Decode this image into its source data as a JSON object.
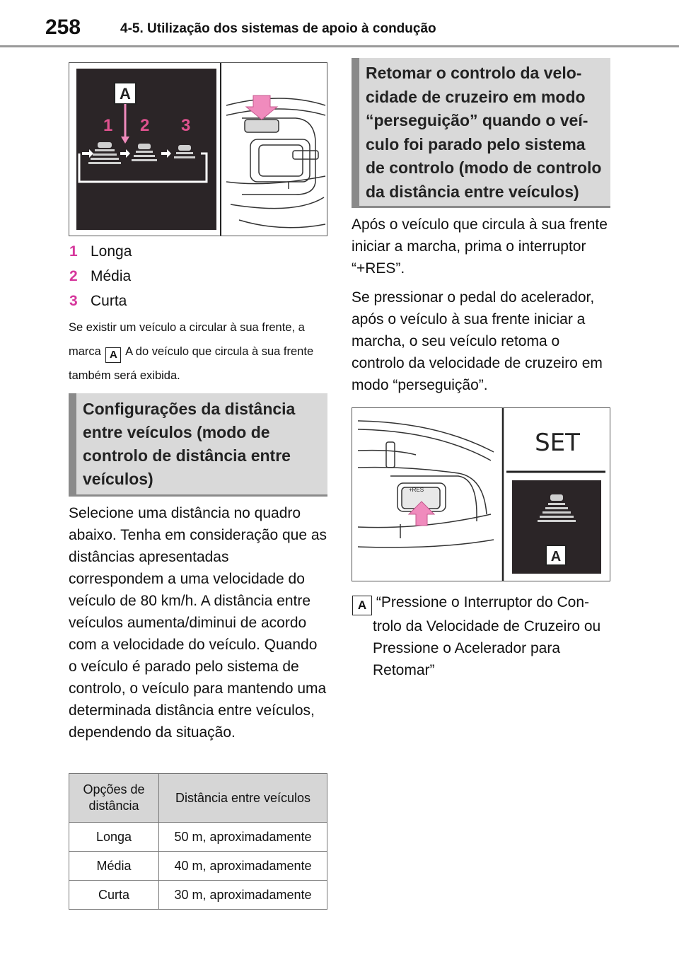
{
  "header": {
    "page_number": "258",
    "section_title": "4-5. Utilização dos sistemas de apoio à condução"
  },
  "figure1": {
    "badge": "A",
    "labels": [
      "1",
      "2",
      "3"
    ]
  },
  "legend": [
    {
      "num": "1",
      "label": "Longa"
    },
    {
      "num": "2",
      "label": "Média"
    },
    {
      "num": "3",
      "label": "Curta"
    }
  ],
  "note": {
    "before": "Se existir um veículo a circular à sua frente, a marca",
    "badge": "A",
    "after": "A do veículo que circula à sua frente também será exibida."
  },
  "section1": {
    "lines": [
      "Configurações da distância",
      "entre veículos (modo de",
      "controlo de distância entre",
      "veículos)"
    ]
  },
  "body1": [
    "Selecione uma distância no quadro abaixo. Tenha em consideração que as distâncias apresentadas correspondem a uma velocidade do veículo de 80 km/h. A distância entre veículos aumenta/diminui de acordo com a velocidade do veículo. Quando o veículo é parado pelo sistema de controlo, o veículo para mantendo uma determinada distância entre veículos, dependendo da situação."
  ],
  "table": {
    "headers": [
      "Opções de distância",
      "Distância entre veículos"
    ],
    "rows": [
      [
        "Longa",
        "50 m, aproximadamente"
      ],
      [
        "Média",
        "40 m, aproximadamente"
      ],
      [
        "Curta",
        "30 m, aproximadamente"
      ]
    ]
  },
  "section2": {
    "lines": [
      "Retomar o controlo da velo-",
      "cidade de cruzeiro em modo",
      "“perseguição” quando o veí-",
      "culo foi parado pelo sistema",
      "de controlo (modo de controlo",
      "da distância entre veículos)"
    ]
  },
  "body2": [
    "Após o veículo que circula à sua frente iniciar a marcha, prima o interruptor “+RES”.",
    "Se pressionar o pedal do acelerador, após o veículo à sua frente iniciar a marcha, o seu veículo retoma o controlo da velocidade de cruzeiro em modo “perseguição”."
  ],
  "figure2": {
    "display_text": "SET",
    "switch_label": "+RES",
    "badge": "A"
  },
  "callout": {
    "badge": "A",
    "first_line": "“Pressione o Interruptor do Con-",
    "rest": "trolo da Velocidade de Cruzeiro ou Pressione o Acelerador para Retomar”"
  },
  "colors": {
    "legend_number": "#d6379c",
    "arrow_pink": "#f08bbd",
    "section_bg": "#d9d9d9",
    "section_bar": "#8a8a8a"
  }
}
